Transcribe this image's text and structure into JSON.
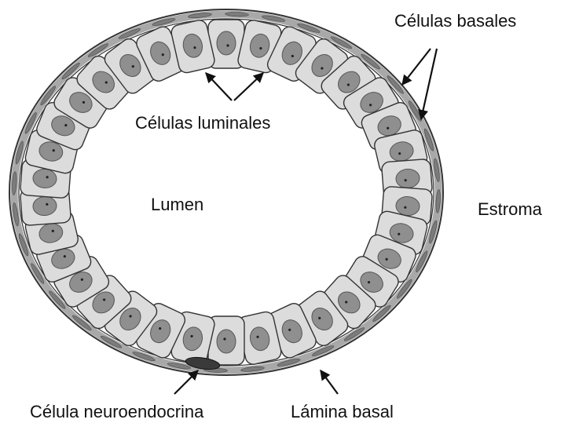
{
  "labels": {
    "basal_cells": "Células basales",
    "luminal_cells": "Células luminales",
    "lumen": "Lumen",
    "stroma": "Estroma",
    "neuroendocrine_cell": "Célula neuroendocrina",
    "basal_lamina": "Lámina basal"
  },
  "colors": {
    "cell_fill": "#dcdcdc",
    "nucleus_fill": "#8f8f8f",
    "outline": "#333333",
    "basal_layer": "#a8a8a8",
    "neuroendocrine": "#3a3a3a"
  }
}
